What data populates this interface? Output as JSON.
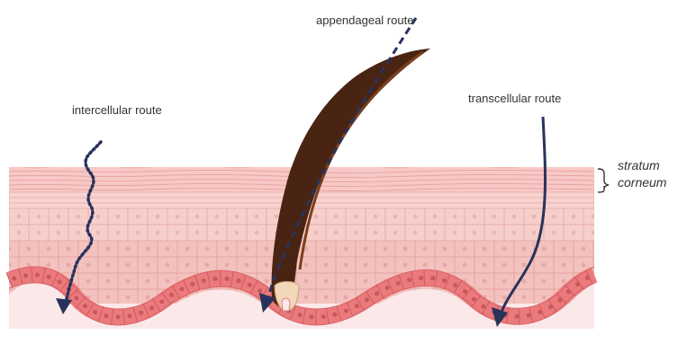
{
  "labels": {
    "appendageal": "appendageal route",
    "intercellular": "intercellular route",
    "transcellular": "transcellular route",
    "stratum_line1": "stratum",
    "stratum_line2": "corneum"
  },
  "colors": {
    "arrow": "#28335c",
    "stratum_corneum": "#f7c9c6",
    "stratum_lines": "#e59a98",
    "cells_upper": "#f6cfcb",
    "cells_lower": "#f3c0bd",
    "cell_border": "#e7a4a1",
    "nucleus": "#e9b3b0",
    "basal_layer": "#ea7a7c",
    "basal_nucleus": "#cf5e62",
    "dermis": "#fbe9ea",
    "hair_dark": "#4a2412",
    "hair_mid": "#7b3f1d",
    "bulb_outline": "#f3d7b9"
  },
  "icons": {
    "intercellular_arrow": "dotted-wavy-arrow",
    "appendageal_arrow": "dashed-straight-arrow",
    "transcellular_arrow": "solid-curved-arrow",
    "bracket": "right-brace"
  }
}
